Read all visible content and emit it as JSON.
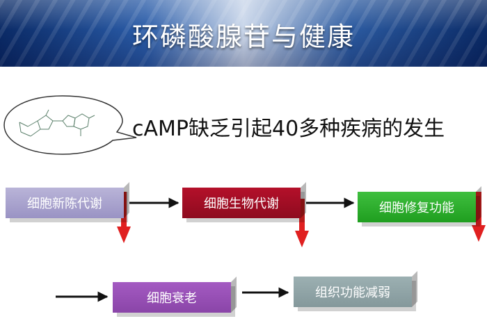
{
  "header": {
    "title": "环磷酸腺苷与健康"
  },
  "headline": "cAMP缺乏引起40多种疾病的发生",
  "flow": {
    "boxes": [
      "细胞新陈代谢",
      "细胞生物代谢",
      "细胞修复功能",
      "细胞衰老",
      "组织功能减弱"
    ]
  },
  "colors": {
    "banner": "#2a5ca8",
    "down_arrow": "#e02020",
    "box_purple_light": "#9a93c4",
    "box_red": "#8e0b1f",
    "box_green": "#1f9e1f",
    "box_purple": "#8a45a8",
    "box_gray": "#84989b"
  }
}
